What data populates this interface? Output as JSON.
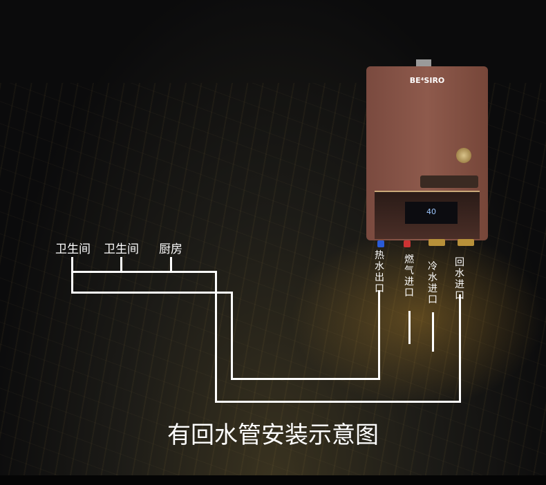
{
  "brand": "BE⁴SIRO",
  "display_temp": "40",
  "fixtures": [
    "卫生间",
    "卫生间",
    "厨房"
  ],
  "ports": [
    "热水出口",
    "燃气进口",
    "冷水进口",
    "回水进口"
  ],
  "title": "有回水管安装示意图"
}
